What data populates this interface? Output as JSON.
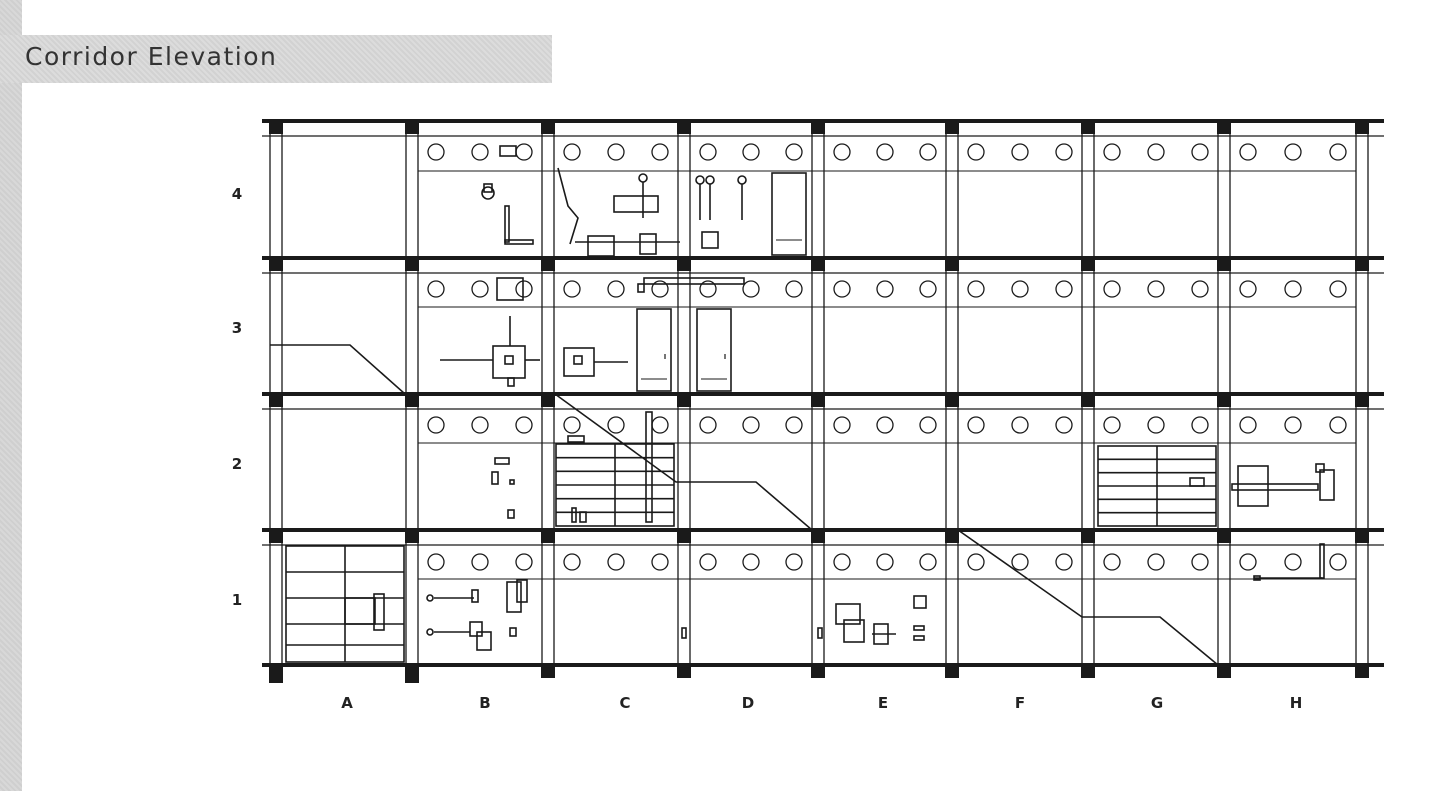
{
  "title": "Corridor Elevation",
  "floors": [
    "1",
    "2",
    "3",
    "4"
  ],
  "bays": [
    "A",
    "B",
    "C",
    "D",
    "E",
    "F",
    "G",
    "H"
  ],
  "colors": {
    "line": "#1a1a1a",
    "band": "#d4d4d4",
    "background": "#ffffff"
  },
  "icons": [
    "porthole-window",
    "door",
    "stair-line",
    "fixture-bracket"
  ]
}
